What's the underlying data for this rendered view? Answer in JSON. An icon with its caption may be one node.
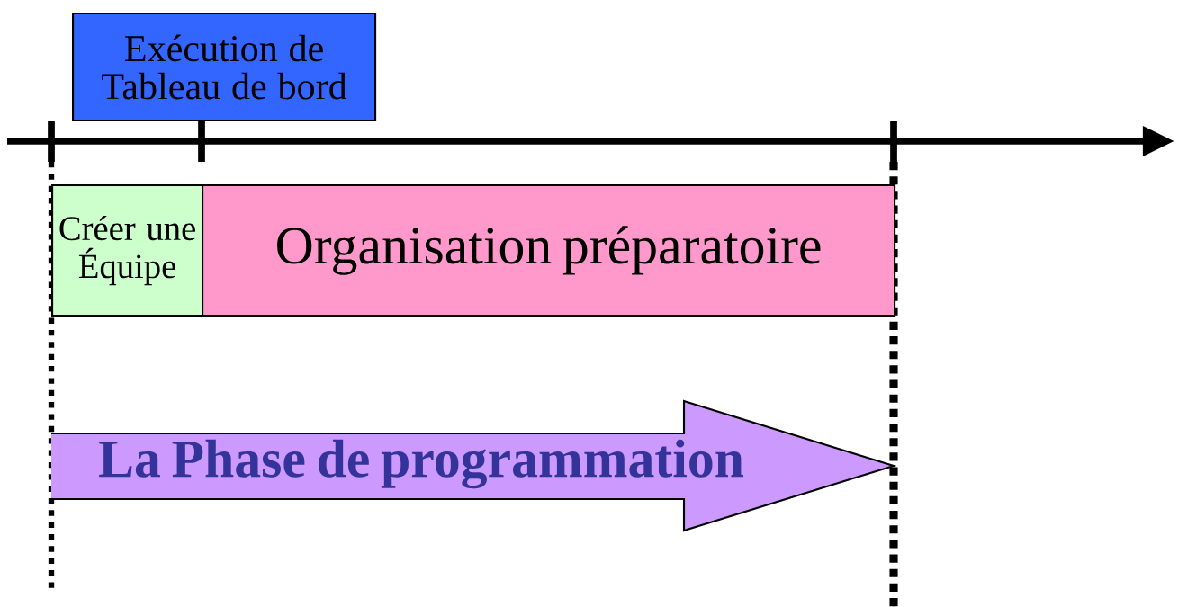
{
  "diagram": {
    "nodes": [
      {
        "text": [
          "Exécution de Tableau de bord"
        ]
      },
      {
        "text": [
          "Créer une Équipe"
        ]
      },
      {
        "text": [
          "Organisation préparatoire"
        ]
      },
      {
        "text": [
          "La Phase de programmation"
        ]
      }
    ]
  }
}
